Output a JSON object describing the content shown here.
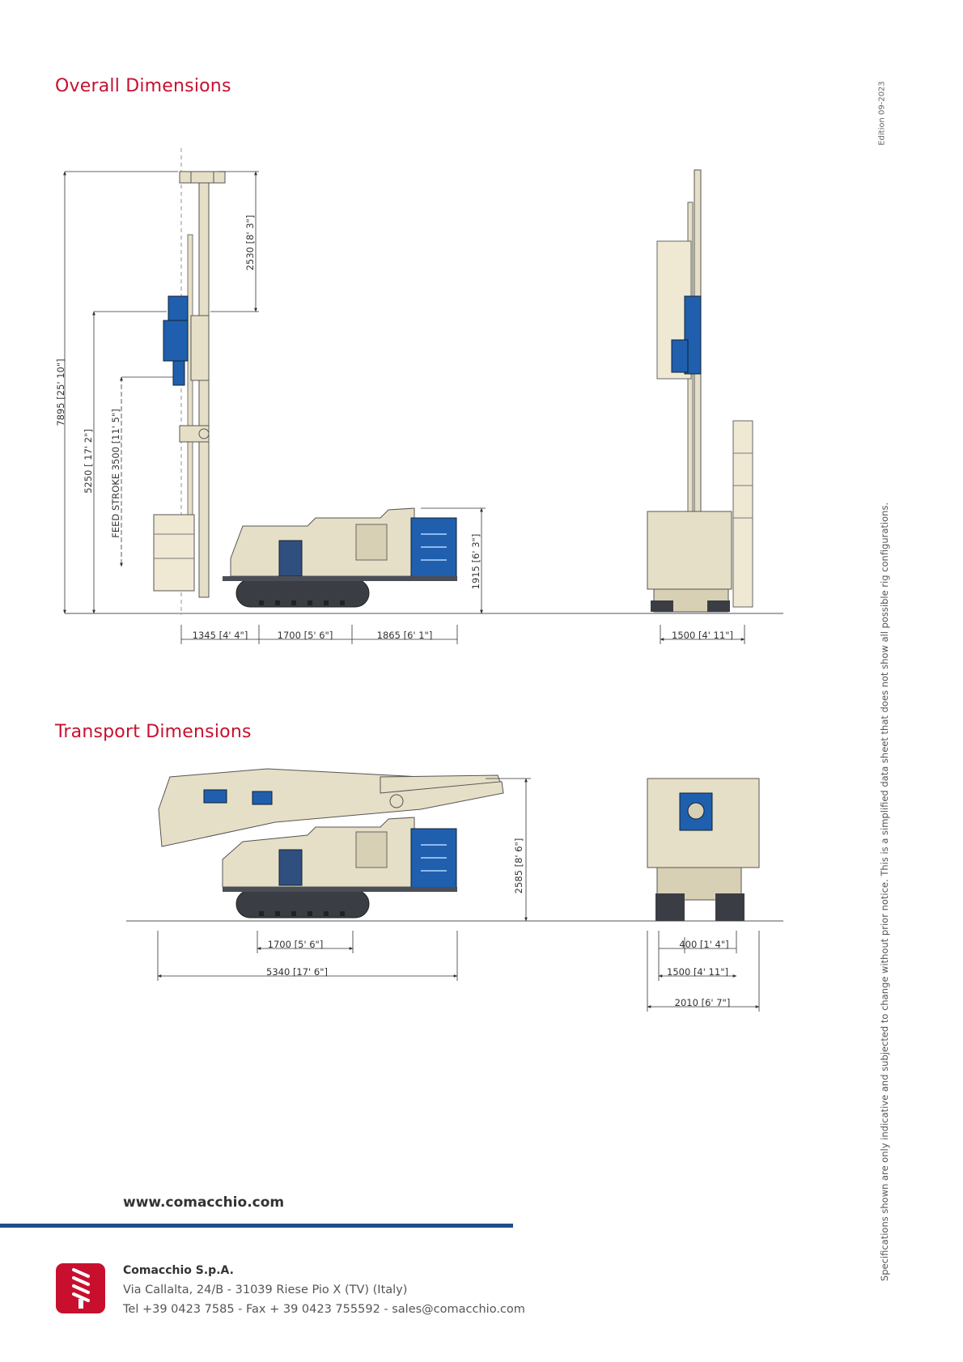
{
  "sections": {
    "overall_title": "Overall Dimensions",
    "transport_title": "Transport Dimensions"
  },
  "edition": "Edition 09-2023",
  "disclaimer": "Specifications shown are only indicative and subjected to change without prior notice. This is a simplified data sheet that does not show all possible rig configurations.",
  "overall_dimensions": {
    "total_height": "7895 [25' 10\"]",
    "mast_height": "5250 [ 17' 2\"]",
    "feed_stroke": "FEED STROKE 3500 [11' 5\"]",
    "top_extension": "2530 [8' 3\"]",
    "body_height": "1915 [6' 3\"]",
    "front_overhang": "1345 [4' 4\"]",
    "track_center": "1700 [5' 6\"]",
    "rear_length": "1865 [6' 1\"]",
    "track_gauge": "1500 [4' 11\"]"
  },
  "transport_dimensions": {
    "transport_height": "2585 [8' 6\"]",
    "track_center": "1700 [5' 6\"]",
    "total_length": "5340 [17' 6\"]",
    "track_width": "400 [1' 4\"]",
    "track_gauge": "1500 [4' 11\"]",
    "total_width": "2010 [6' 7\"]"
  },
  "colors": {
    "title_red": "#c8102e",
    "footer_blue": "#1f4e8c",
    "rig_body": "#e6dfc7",
    "rig_blue": "#1f5fae",
    "track_dark": "#3a3d44"
  },
  "footer": {
    "website": "www.comacchio.com",
    "company_name": "Comacchio S.p.A.",
    "address": "Via Callalta, 24/B - 31039 Riese Pio X (TV) (Italy)",
    "contacts": "Tel +39 0423 7585 - Fax + 39 0423 755592 - sales@comacchio.com",
    "logo_icon": "drill-bit-logo-icon"
  }
}
